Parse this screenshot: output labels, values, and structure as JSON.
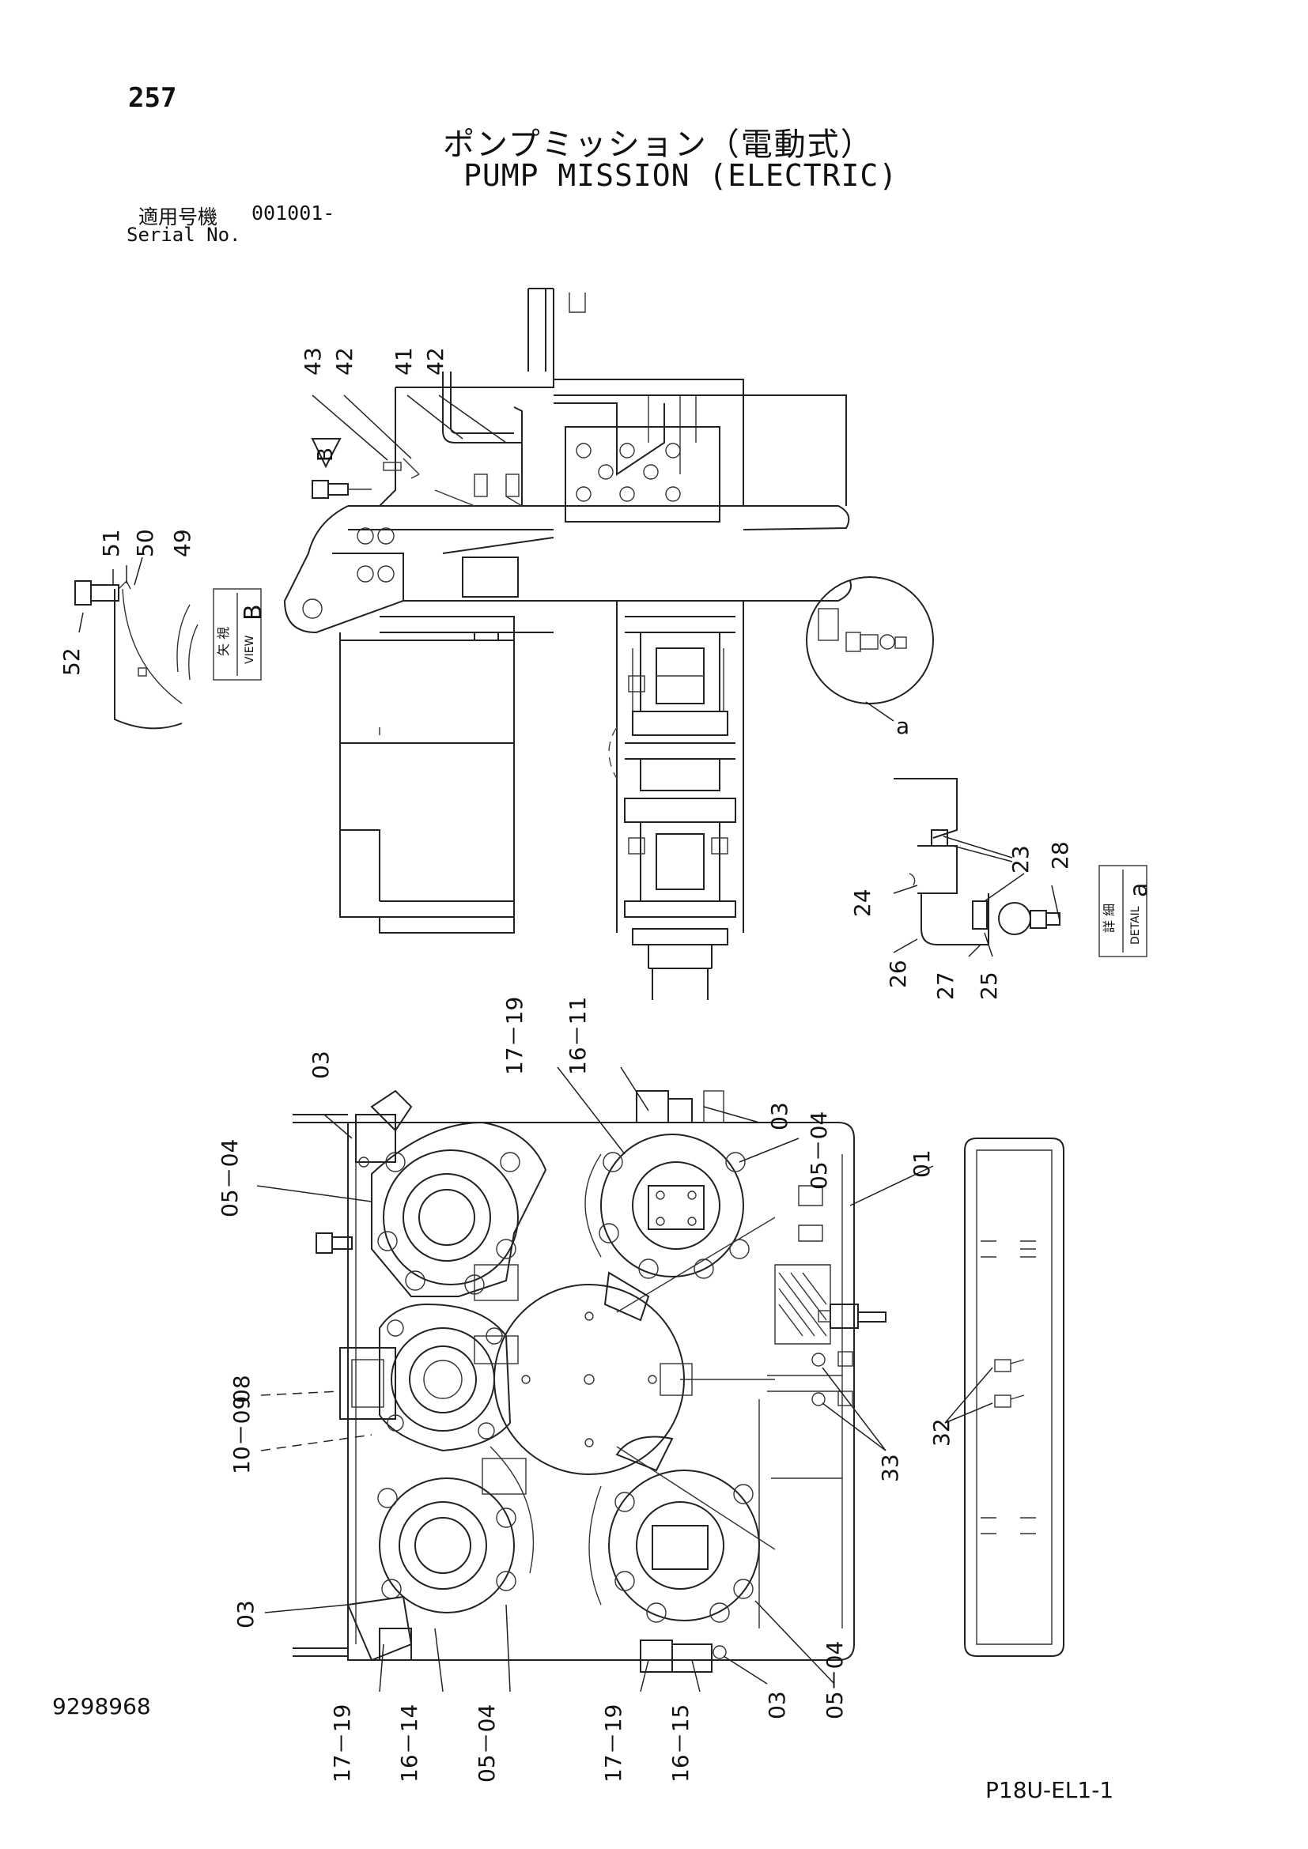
{
  "header": {
    "page_number": "257",
    "title_jp": "ポンプミッション（電動式）",
    "title_en": "PUMP MISSION (ELECTRIC)",
    "serial_label_jp": "適用号機",
    "serial_value": "001001-",
    "serial_label_en": "Serial No."
  },
  "view_b": {
    "arrow_label": "B",
    "box_jp": "矢 視",
    "box_en": "VIEW",
    "box_letter": "B",
    "callouts": [
      "51",
      "50",
      "49",
      "52"
    ]
  },
  "detail_a": {
    "circle_label": "a",
    "box_jp": "詳 細",
    "box_en": "DETAIL",
    "box_letter": "a",
    "callouts": [
      "23",
      "28",
      "24",
      "26",
      "27",
      "25"
    ]
  },
  "top_view_callouts": [
    "43",
    "42",
    "41",
    "42"
  ],
  "main_view_callouts": [
    "03",
    "17－19",
    "16－11",
    "03",
    "05－04",
    "05－04",
    "01",
    "08",
    "10－09",
    "33",
    "32",
    "03",
    "17－19",
    "16－14",
    "05－04",
    "17－19",
    "16－15",
    "03",
    "05－04"
  ],
  "footer": {
    "doc_number": "9298968",
    "sheet_code": "P18U-EL1-1"
  }
}
